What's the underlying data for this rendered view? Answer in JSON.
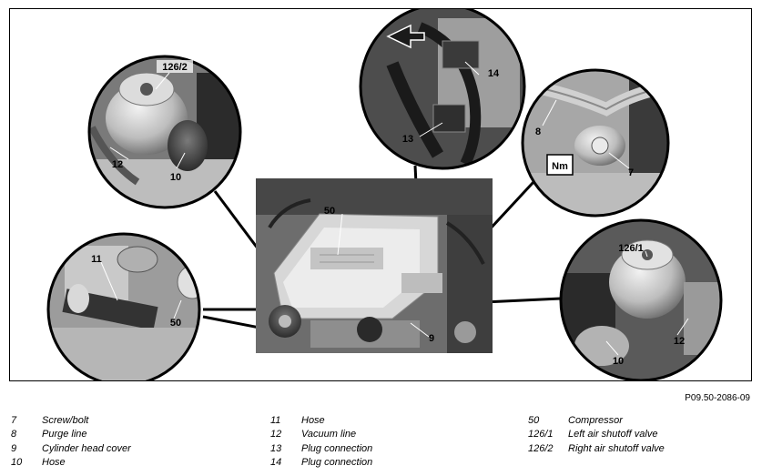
{
  "figure_ref": "P09.50-2086-09",
  "torque_badge": "Nm",
  "callouts": {
    "c7": "7",
    "c8": "8",
    "c9": "9",
    "c10a": "10",
    "c10b": "10",
    "c11": "11",
    "c12a": "12",
    "c12b": "12",
    "c13": "13",
    "c14": "14",
    "c50a": "50",
    "c50b": "50",
    "c1261": "126/1",
    "c1262": "126/2"
  },
  "legend": [
    [
      {
        "num": "7",
        "text": "Screw/bolt"
      },
      {
        "num": "8",
        "text": "Purge line"
      },
      {
        "num": "9",
        "text": "Cylinder head cover"
      },
      {
        "num": "10",
        "text": "Hose"
      }
    ],
    [
      {
        "num": "11",
        "text": "Hose"
      },
      {
        "num": "12",
        "text": "Vacuum line"
      },
      {
        "num": "13",
        "text": "Plug connection"
      },
      {
        "num": "14",
        "text": "Plug connection"
      }
    ],
    [
      {
        "num": "50",
        "text": "Compressor"
      },
      {
        "num": "126/1",
        "text": "Left air shutoff valve"
      },
      {
        "num": "126/2",
        "text": "Right air shutoff valve"
      }
    ]
  ]
}
